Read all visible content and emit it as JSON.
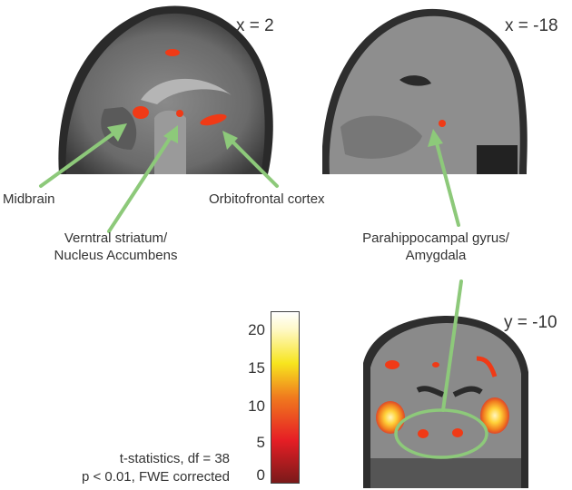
{
  "panels": [
    {
      "id": "sagittal-x2",
      "coord_label": "x = 2",
      "view": "sagittal"
    },
    {
      "id": "sagittal-x-18",
      "coord_label": "x = -18",
      "view": "sagittal"
    },
    {
      "id": "coronal-y-10",
      "coord_label": "y = -10",
      "view": "coronal"
    }
  ],
  "annotations": {
    "midbrain": "Midbrain",
    "ventral_striatum_line1": "Verntral striatum/",
    "ventral_striatum_line2": "Nucleus Accumbens",
    "orbitofrontal": "Orbitofrontal cortex",
    "parahippocampal_line1": "Parahippocampal gyrus/",
    "parahippocampal_line2": "Amygdala"
  },
  "colorbar": {
    "ticks": [
      "20",
      "15",
      "10",
      "5",
      "0"
    ],
    "min": 0,
    "max": 22,
    "colors": [
      "#7a1a1a",
      "#e61e25",
      "#f07a1e",
      "#f7e51e",
      "#ffffff"
    ]
  },
  "stats": {
    "line1": "t-statistics, df = 38",
    "line2": "p < 0.01, FWE corrected"
  },
  "colors": {
    "arrow": "#8dc97a",
    "activation": "#f03a16",
    "activation_hot": "#ffd23a"
  }
}
